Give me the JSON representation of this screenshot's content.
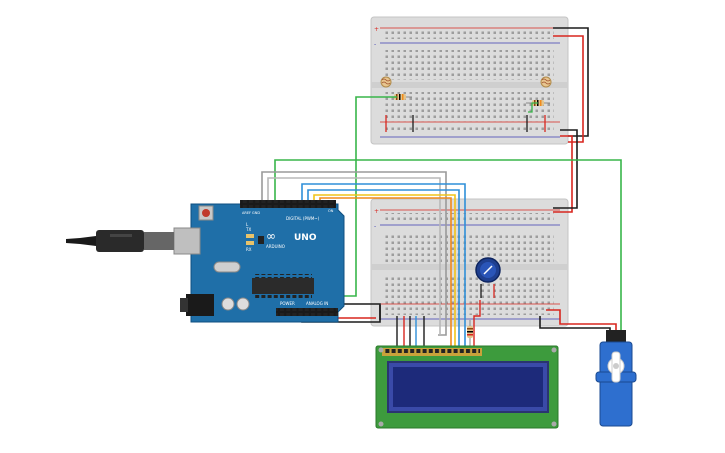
{
  "board": {
    "brand": "ARDUINO",
    "model": "UNO",
    "digital_label": "DIGITAL (PWM~)",
    "analog_label": "ANALOG IN",
    "power_label": "POWER",
    "tx_label": "TX",
    "rx_label": "RX",
    "l_label": "L",
    "on_label": "ON",
    "aref_label": "AREF",
    "gnd_label": "GND",
    "logo": "∞"
  },
  "breadboard_top": {
    "rail_plus": "+",
    "rail_minus": "-"
  },
  "breadboard_bottom": {
    "rail_plus": "+",
    "rail_minus": "-"
  },
  "wire_colors": {
    "red": "#d8261f",
    "black": "#1c1c1c",
    "green": "#38b54a",
    "grey": "#9a9a9a",
    "blue": "#2f8fd8",
    "yellow": "#f0c419",
    "orange": "#f08a1c"
  },
  "components": {
    "usb": "usb-cable-icon",
    "lcd": "lcd-16x2",
    "servo": "servo-motor-icon",
    "pot": "potentiometer-icon",
    "ldr": "photoresistor-icon",
    "resistor": "resistor-icon"
  }
}
